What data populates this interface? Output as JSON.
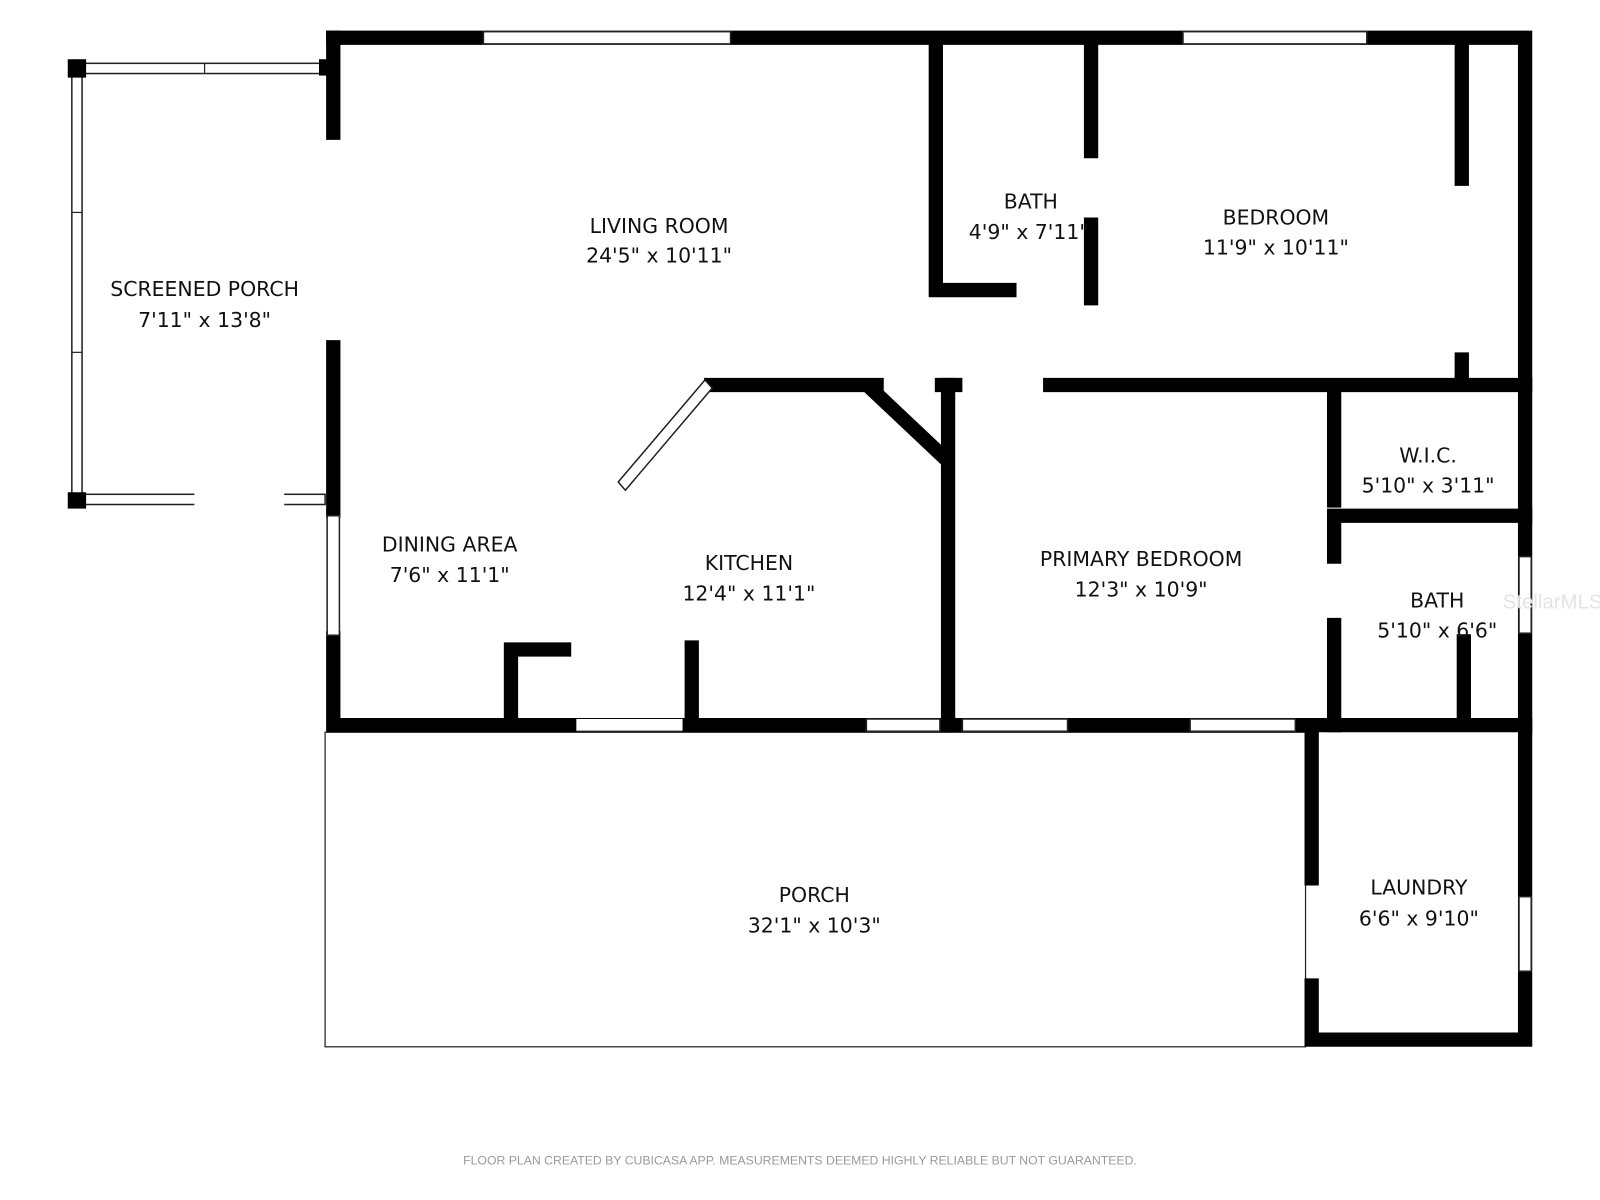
{
  "rooms": [
    {
      "name": "SCREENED PORCH",
      "dims": "7'11\" x 13'8\""
    },
    {
      "name": "LIVING ROOM",
      "dims": "24'5\" x 10'11\""
    },
    {
      "name": "BATH",
      "dims": "4'9\" x 7'11\""
    },
    {
      "name": "BEDROOM",
      "dims": "11'9\" x 10'11\""
    },
    {
      "name": "W.I.C.",
      "dims": "5'10\" x 3'11\""
    },
    {
      "name": "DINING AREA",
      "dims": "7'6\" x 11'1\""
    },
    {
      "name": "KITCHEN",
      "dims": "12'4\" x 11'1\""
    },
    {
      "name": "PRIMARY BEDROOM",
      "dims": "12'3\" x 10'9\""
    },
    {
      "name": "BATH",
      "dims": "5'10\" x 6'6\""
    },
    {
      "name": "PORCH",
      "dims": "32'1\" x 10'3\""
    },
    {
      "name": "LAUNDRY",
      "dims": "6'6\" x 9'10\""
    }
  ],
  "footer": "FLOOR PLAN CREATED BY CUBICASA APP. MEASUREMENTS DEEMED HIGHLY RELIABLE BUT NOT GUARANTEED.",
  "watermark": "StellarMLS"
}
